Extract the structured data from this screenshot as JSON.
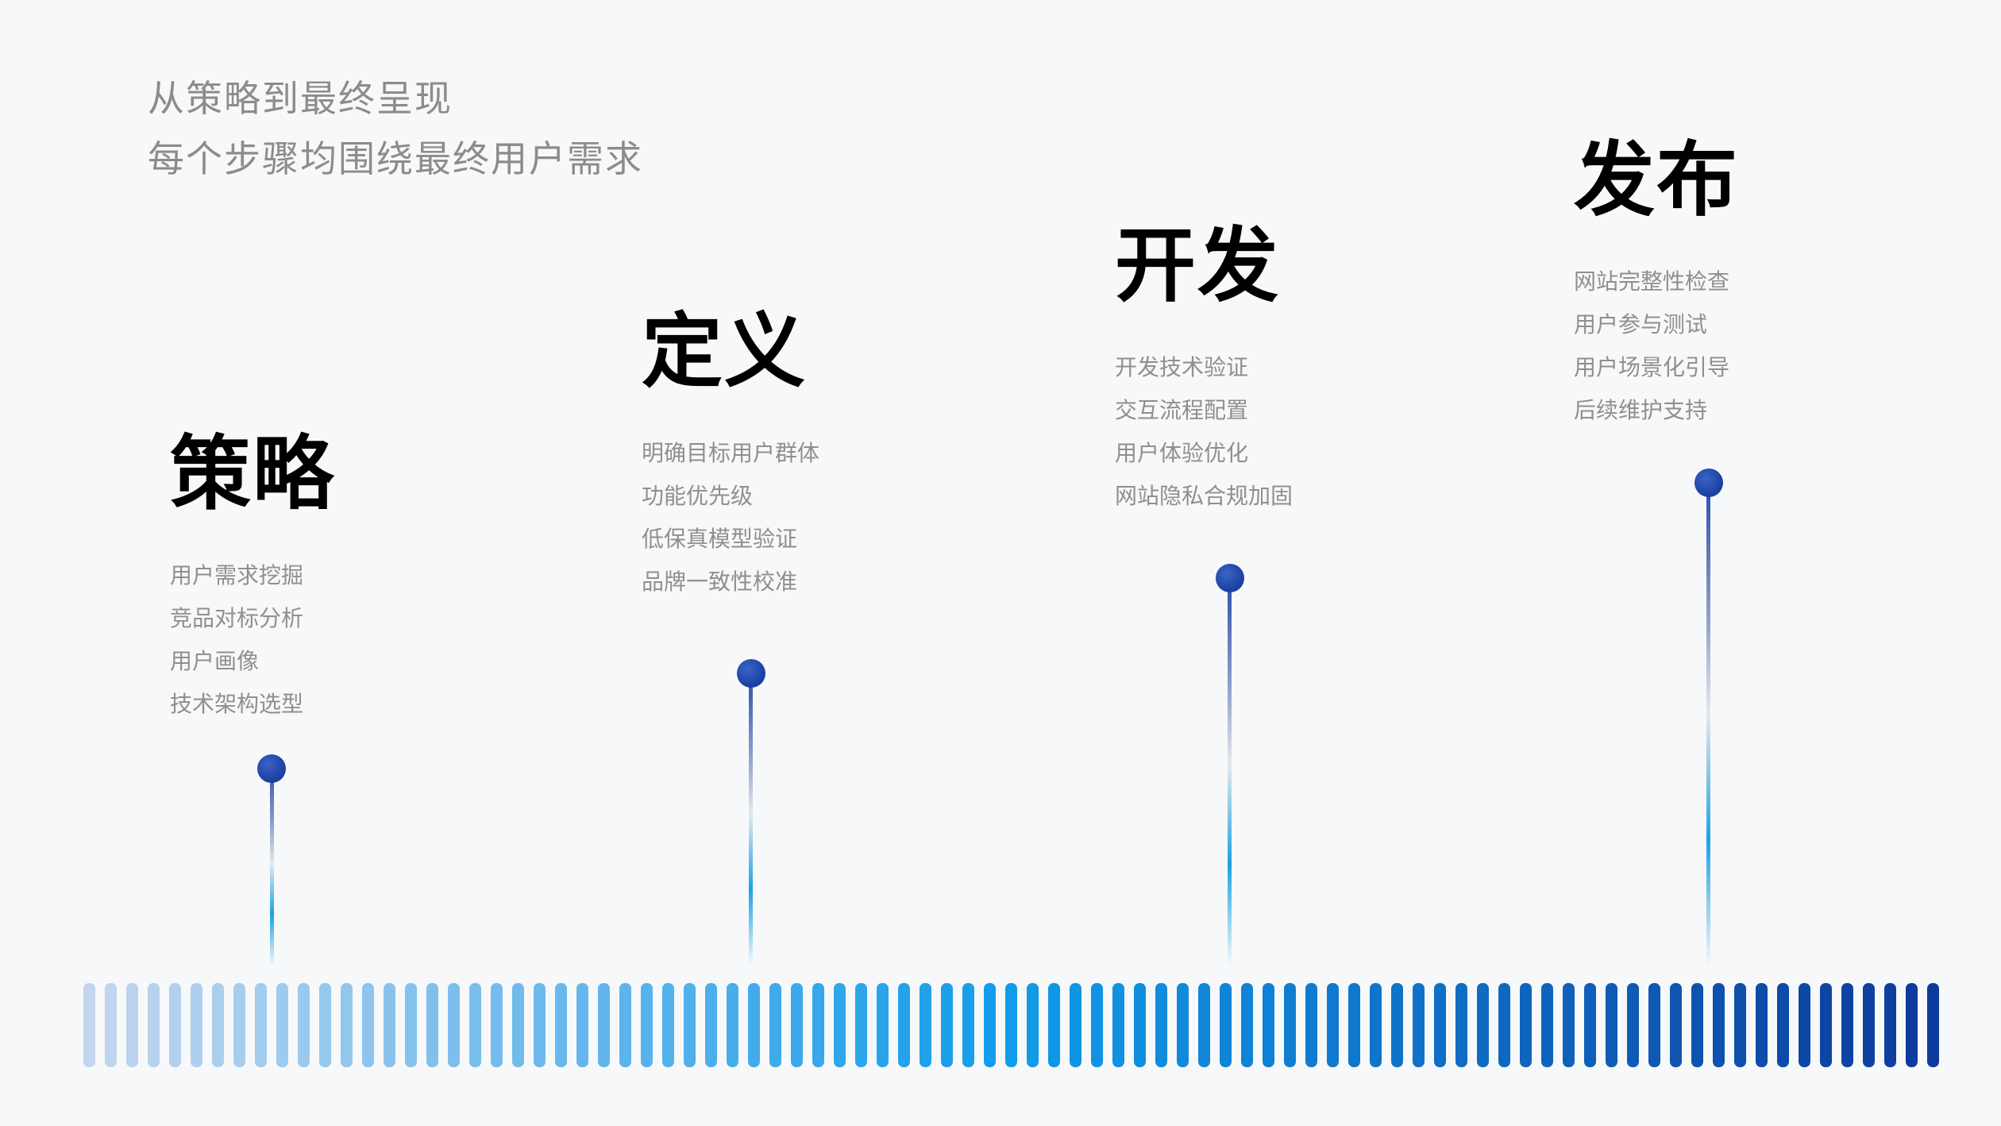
{
  "intro": {
    "line1": "从策略到最终呈现",
    "line2": "每个步骤均围绕最终用户需求"
  },
  "stages": [
    {
      "title": "策略",
      "items": [
        "用户需求挖掘",
        "竞品对标分析",
        "用户画像",
        "技术架构选型"
      ]
    },
    {
      "title": "定义",
      "items": [
        "明确目标用户群体",
        "功能优先级",
        "低保真模型验证",
        "品牌一致性校准"
      ]
    },
    {
      "title": "开发",
      "items": [
        "开发技术验证",
        "交互流程配置",
        "用户体验优化",
        "网站隐私合规加固"
      ]
    },
    {
      "title": "发布",
      "items": [
        "网站完整性检查",
        "用户参与测试",
        "用户场景化引导",
        "后续维护支持"
      ]
    }
  ],
  "colors": {
    "background": "#f7f8f9",
    "title": "#000000",
    "subtitle": "#8c8c8c",
    "item": "#8f8f8f",
    "pin": "#1c42a4",
    "timeline_start": "#c4d6ee",
    "timeline_mid": "#109cea",
    "timeline_end": "#0e3a9c"
  }
}
